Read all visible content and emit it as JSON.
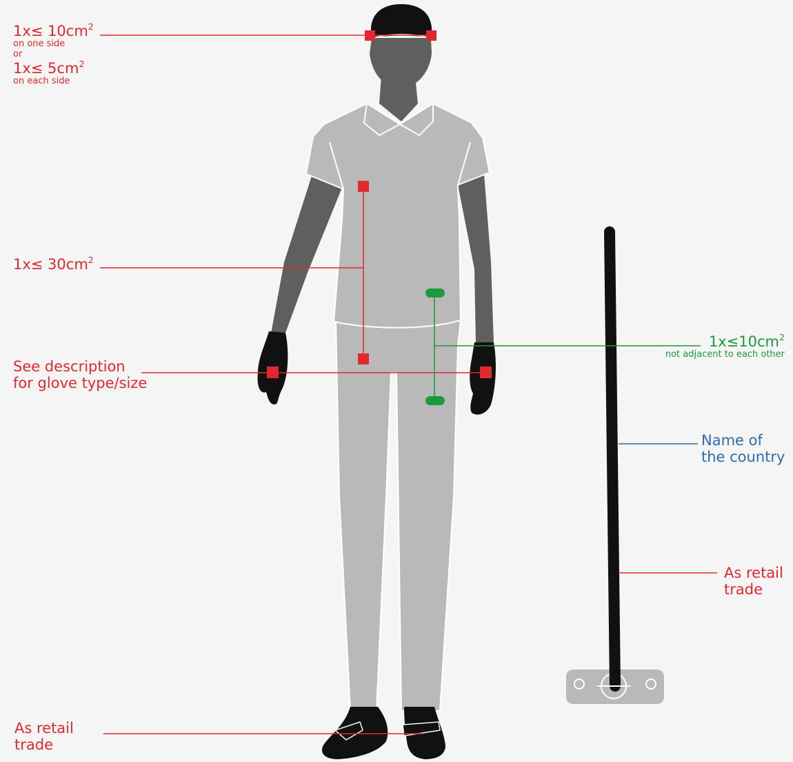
{
  "colors": {
    "red": "#e0282e",
    "green": "#1a9a3a",
    "blue": "#2b6cb0",
    "clothing": "#bab9ba",
    "skin": "#5f5f5e",
    "black": "#111111"
  },
  "labels": {
    "cap": {
      "line1": "1x≤ 10cm",
      "sup1": "2",
      "sub1": "on one side",
      "or": "or",
      "line2": "1x≤ 5cm",
      "sup2": "2",
      "sub2": "on each side"
    },
    "chest": {
      "text": "1x≤ 30cm",
      "sup": "2"
    },
    "gloves": {
      "line1": "See description",
      "line2": "for glove type/size"
    },
    "trousers": {
      "text": "1x≤10cm",
      "sup": "2",
      "sub": "not adjacent to each other"
    },
    "stick_country": {
      "line1": "Name of",
      "line2": "the country"
    },
    "stick_retail": {
      "line1": "As retail",
      "line2": "trade"
    },
    "shoes": {
      "line1": "As retail",
      "line2": "trade"
    }
  }
}
